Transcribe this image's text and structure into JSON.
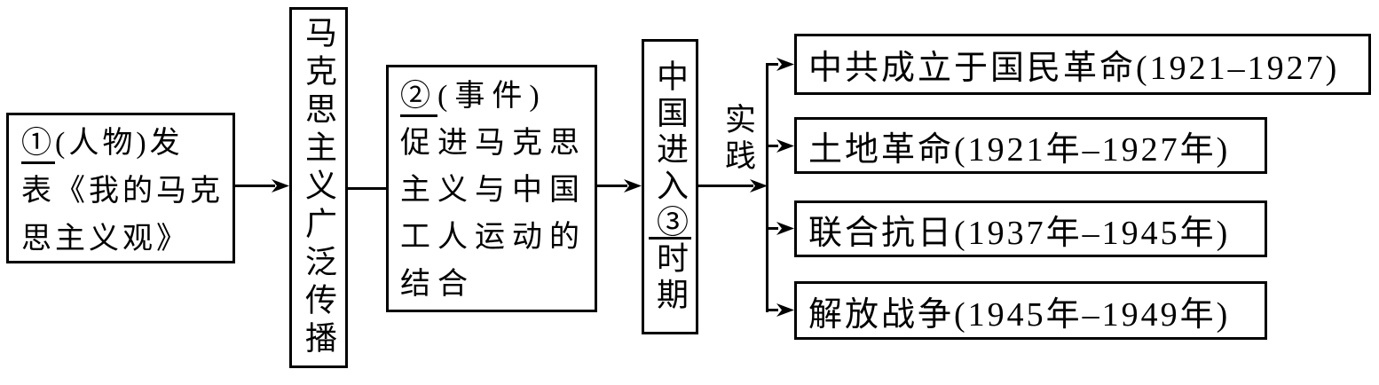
{
  "diagram": {
    "box1": {
      "line1_prefix": "①",
      "line1_rest": "(人物)发",
      "line2": "表《我的马克",
      "line3": "思主义观》"
    },
    "box2": {
      "text": "马克思主义广泛传播"
    },
    "box3": {
      "line1_prefix": "②",
      "line1_rest": "(事件)",
      "line2": "促进马克思",
      "line3": "主义与中国",
      "line4": "工人运动的",
      "line5": "结合"
    },
    "box4": {
      "text_before": "中国进入",
      "blank": "③",
      "text_after": "时期"
    },
    "practice_label": "实践",
    "outcomes": [
      {
        "text": "中共成立于国民革命(1921–1927)"
      },
      {
        "text": "土地革命(1921年–1927年)"
      },
      {
        "text": "联合抗日(1937年–1945年)"
      },
      {
        "text": "解放战争(1945年–1949年)"
      }
    ],
    "colors": {
      "line": "#000000",
      "background": "#ffffff"
    }
  }
}
